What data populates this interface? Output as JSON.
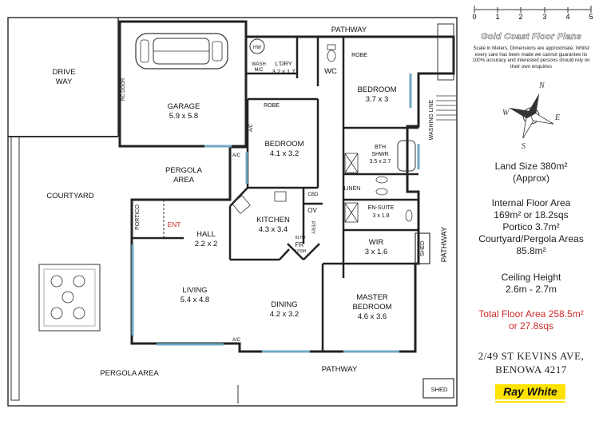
{
  "rooms": [
    {
      "id": "driveway",
      "name_lines": [
        "DRIVE",
        "WAY"
      ]
    },
    {
      "id": "garage",
      "name": "GARAGE",
      "dims": "5.9 x 5.8"
    },
    {
      "id": "rc-door",
      "name": "RC DOOR"
    },
    {
      "id": "laundry",
      "name": "L'DRY",
      "dims": "3.2 x 1.7"
    },
    {
      "id": "wash",
      "name_lines": [
        "WASH",
        "M/C"
      ]
    },
    {
      "id": "hw",
      "name": "HW"
    },
    {
      "id": "wc",
      "name": "WC"
    },
    {
      "id": "robe-1",
      "name": "ROBE"
    },
    {
      "id": "bedroom-1",
      "name": "BEDROOM",
      "dims": "3.7 x 3"
    },
    {
      "id": "robe-2",
      "name": "ROBE"
    },
    {
      "id": "bedroom-2",
      "name": "BEDROOM",
      "dims": "4.1 x 3.2"
    },
    {
      "id": "bath",
      "name_lines": [
        "BTH",
        "SHWR"
      ],
      "dims": "3.5 x 2.7"
    },
    {
      "id": "linen",
      "name": "LINEN"
    },
    {
      "id": "ensuite",
      "name": "EN-SUITE",
      "dims": "3 x 1.8"
    },
    {
      "id": "pergola-area-top",
      "name_lines": [
        "PERGOLA",
        "AREA"
      ]
    },
    {
      "id": "courtyard",
      "name": "COURTYARD"
    },
    {
      "id": "portico",
      "name": "PORTICO"
    },
    {
      "id": "ent",
      "name": "ENT"
    },
    {
      "id": "hall",
      "name": "HALL",
      "dims": "2.2 x 2"
    },
    {
      "id": "kitchen",
      "name": "KITCHEN",
      "dims": "4.3 x 3.4"
    },
    {
      "id": "cbd",
      "name": "CBD"
    },
    {
      "id": "ov",
      "name": "OV"
    },
    {
      "id": "ptry",
      "name": "PTRY"
    },
    {
      "id": "fr",
      "name": "FR"
    },
    {
      "id": "wir",
      "name": "WIR",
      "dims": "3 x 1.6"
    },
    {
      "id": "shed-right",
      "name": "SHED"
    },
    {
      "id": "living",
      "name": "LIVING",
      "dims": "5.4 x 4.8"
    },
    {
      "id": "dining",
      "name": "DINING",
      "dims": "4.2 x 3.2"
    },
    {
      "id": "master-bedroom",
      "name_lines": [
        "MASTER",
        "BEDROOM"
      ],
      "dims": "4.6 x 3.6"
    },
    {
      "id": "pergola-area-bottom",
      "name": "PERGOLA AREA"
    },
    {
      "id": "shed-bottom",
      "name": "SHED"
    }
  ],
  "labels": {
    "pathway_top": "PATHWAY",
    "pathway_right": "PATHWAY",
    "pathway_bottom": "PATHWAY",
    "washing_line": "WASHING LINE",
    "fr_size_a": "917W",
    "fr_size_b": "1709H",
    "ac": "A/C",
    "ac_vertical": "A/C"
  },
  "scale": {
    "ticks": [
      "0",
      "1",
      "2",
      "3",
      "4",
      "5"
    ]
  },
  "brand": "Gold Coast Floor Plans",
  "disclaimer": "Scale in Meters, Dimensions are approximate, Whilst every care has been made we cannot guarantee its 100% accuracy and interested persons should rely on their own enquiries",
  "compass": {
    "n": "N",
    "e": "E",
    "s": "S",
    "w": "W"
  },
  "info": {
    "land_size": "Land Size 380m²",
    "land_size_note": "(Approx)",
    "internal_label": "Internal Floor Area",
    "internal_value": "169m² or 18.2sqs",
    "portico": "Portico 3.7m²",
    "courtyard_label": "Courtyard/Pergola Areas",
    "courtyard_value": "85.8m²",
    "ceiling_label": "Ceiling Height",
    "ceiling_value": "2.6m - 2.7m",
    "total_label": "Total Floor Area 258.5m²",
    "total_value": "or 27.8sqs"
  },
  "address": {
    "line1": "2/49 ST KEVINS AVE,",
    "line2": "BENOWA 4217"
  },
  "logo": "Ray White",
  "colors": {
    "accent_red": "#cc2a2a",
    "logo_yellow": "#ffe300",
    "wall": "#222222",
    "window": "#6fa8c4"
  }
}
